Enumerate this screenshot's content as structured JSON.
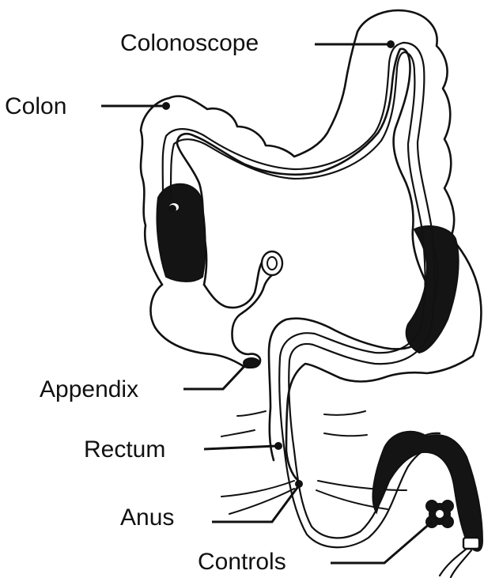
{
  "labels": {
    "colonoscope": "Colonoscope",
    "colon": "Colon",
    "appendix": "Appendix",
    "rectum": "Rectum",
    "anus": "Anus",
    "controls": "Controls"
  },
  "colors": {
    "ink": "#111111",
    "background": "#ffffff"
  }
}
